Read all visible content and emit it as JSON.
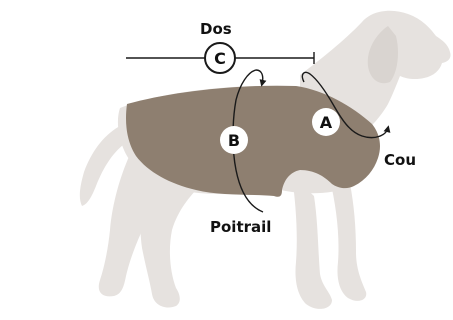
{
  "colors": {
    "dog_silhouette": "#e6e2df",
    "coat": "#8e7f70",
    "line": "#1a1a1a",
    "marker_fill": "#ffffff",
    "text": "#111111"
  },
  "labels": {
    "back": "Dos",
    "chest": "Poitrail",
    "neck": "Cou"
  },
  "markers": {
    "neck": "A",
    "chest": "B",
    "back": "C"
  }
}
